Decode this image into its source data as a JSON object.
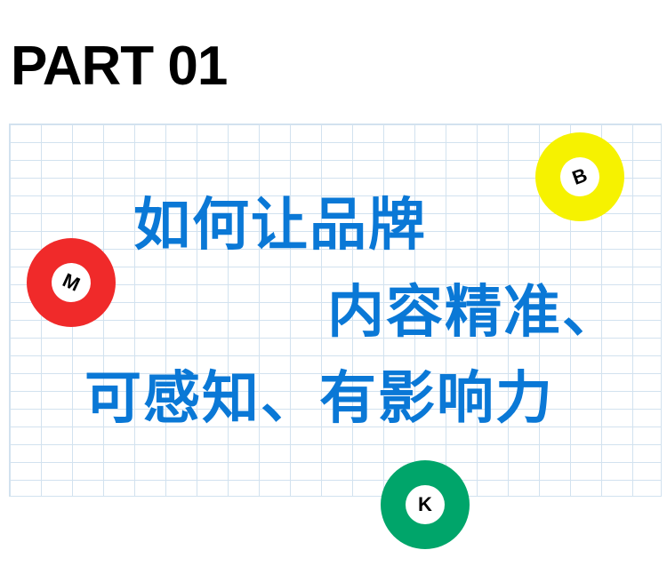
{
  "title": "PART 01",
  "lines": [
    "如何让品牌",
    "内容精准、",
    "可感知、有影响力"
  ],
  "badges": [
    {
      "letter": "B",
      "color": "#f6f200"
    },
    {
      "letter": "M",
      "color": "#f02a2a"
    },
    {
      "letter": "K",
      "color": "#00a56a"
    }
  ],
  "text_color": "#0a78d6"
}
